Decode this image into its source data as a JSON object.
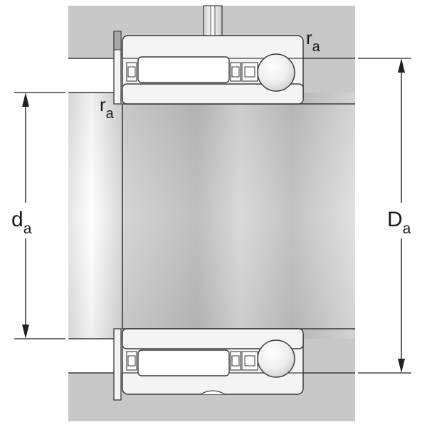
{
  "labels": {
    "d_symbol": "d",
    "d_sub": "a",
    "D_symbol": "D",
    "D_sub": "a",
    "r_top_symbol": "r",
    "r_top_sub": "a",
    "r_left_symbol": "r",
    "r_left_sub": "a"
  },
  "colors": {
    "housing": "#c8c8c8",
    "outline": "#3a3a3a",
    "ring_fill": "#f4f4f4",
    "dimension_line": "#222222"
  }
}
